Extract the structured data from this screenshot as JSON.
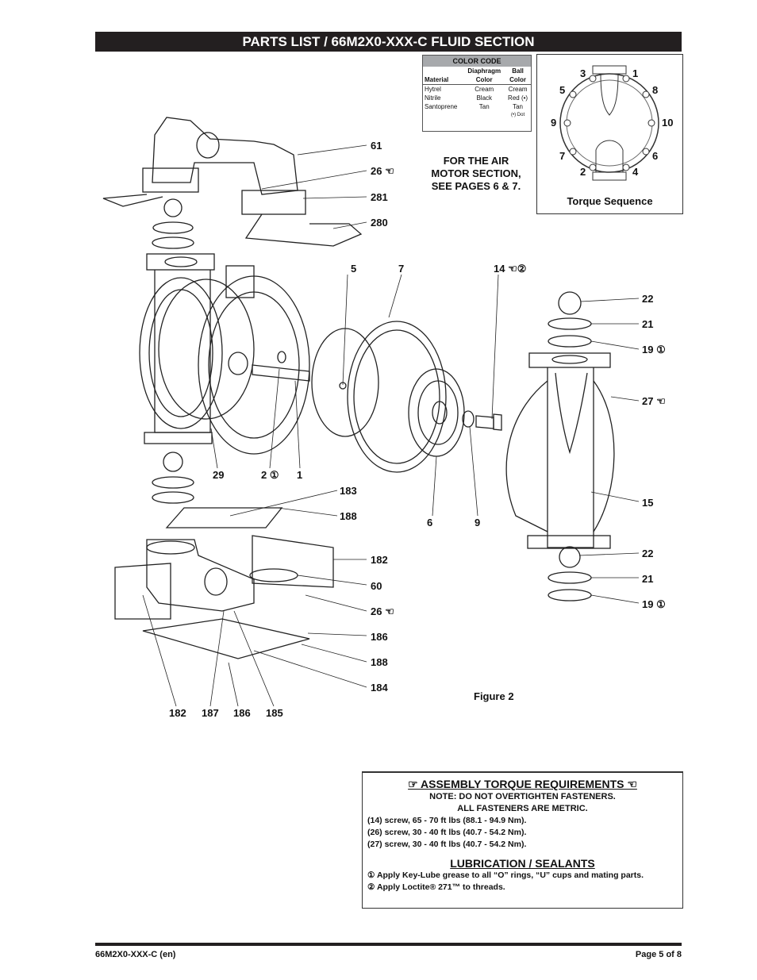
{
  "title": "PARTS LIST / 66M2X0-XXX-C FLUID SECTION",
  "color_code": {
    "heading": "COLOR CODE",
    "col_material": "Material",
    "col_diaphragm": "Diaphragm",
    "col_diaphragm2": "Color",
    "col_ball": "Ball",
    "col_ball2": "Color",
    "rows": [
      {
        "material": "Hytrel",
        "diaphragm": "Cream",
        "ball": "Cream"
      },
      {
        "material": "Nitrile",
        "diaphragm": "Black",
        "ball": "Red (•)"
      },
      {
        "material": "Santoprene",
        "diaphragm": "Tan",
        "ball": "Tan"
      }
    ],
    "dot_note": "(•) Dot"
  },
  "air_note": "FOR THE AIR MOTOR SECTION, SEE PAGES 6 & 7.",
  "torque_sequence": {
    "caption": "Torque Sequence",
    "numbers": [
      "3",
      "1",
      "5",
      "8",
      "9",
      "10",
      "7",
      "6",
      "2",
      "4"
    ]
  },
  "labels": {
    "l61": "61",
    "l26a": "26 ☜",
    "l281": "281",
    "l280": "280",
    "l5": "5",
    "l7": "7",
    "l14": "14 ☜②",
    "l22a": "22",
    "l21a": "21",
    "l19a": "19 ①",
    "l27": "27 ☜",
    "l29": "29",
    "l2": "2 ①",
    "l1": "1",
    "l183": "183",
    "l188a": "188",
    "l6": "6",
    "l9": "9",
    "l15": "15",
    "l182a": "182",
    "l60": "60",
    "l26b": "26 ☜",
    "l22b": "22",
    "l21b": "21",
    "l19b": "19 ①",
    "l186a": "186",
    "l188b": "188",
    "l184": "184",
    "l182b": "182",
    "l187": "187",
    "l186b": "186",
    "l185": "185"
  },
  "figure_caption": "Figure 2",
  "assembly": {
    "heading": "☞ ASSEMBLY TORQUE REQUIREMENTS ☜",
    "note1": "NOTE: DO NOT OVERTIGHTEN FASTENERS.",
    "note2": "ALL FASTENERS ARE METRIC.",
    "lines": [
      "(14) screw, 65 - 70 ft lbs (88.1 - 94.9 Nm).",
      "(26) screw, 30 - 40 ft lbs (40.7 - 54.2 Nm).",
      "(27) screw, 30 - 40 ft lbs (40.7 - 54.2 Nm)."
    ],
    "lub_heading": "LUBRICATION / SEALANTS",
    "lub_lines": [
      "① Apply Key-Lube grease to all “O” rings, “U” cups and mating parts.",
      "② Apply Loctite® 271™ to threads."
    ]
  },
  "footer": {
    "left": "66M2X0-XXX-C (en)",
    "right": "Page 5 of 8"
  }
}
